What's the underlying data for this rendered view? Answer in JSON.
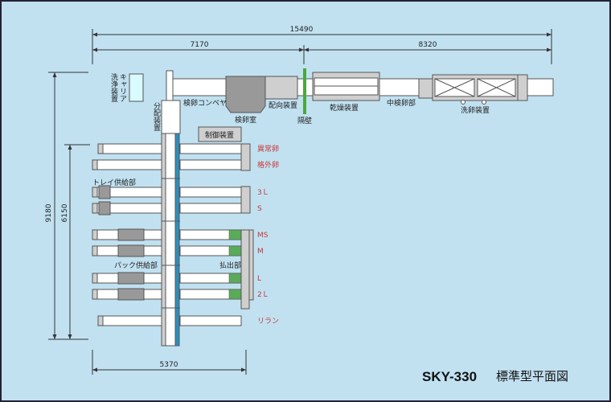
{
  "title": {
    "model": "SKY-330",
    "subtitle": "標準型平面図"
  },
  "dimensions": {
    "total_width": "15490",
    "left_width": "7170",
    "right_width": "8320",
    "total_height": "9180",
    "line_height": "6150",
    "line_width": "5370"
  },
  "equipment": {
    "carrier_wash_1": "キャリア",
    "carrier_wash_2": "洗浄装置",
    "distributor": "分配装置",
    "inspection_conveyor": "検卵コンベヤ",
    "inspection_room": "検卵室",
    "orientation": "配向装置",
    "partition": "隔壁",
    "dryer": "乾燥装置",
    "mid_inspection": "中検卵部",
    "egg_washer": "洗卵装置",
    "control": "制御装置",
    "tray_supply": "トレイ供給部",
    "pack_supply": "パック供給部",
    "discharge": "払出部"
  },
  "grades": [
    "異常卵",
    "格外卵",
    "3Ｌ",
    "S",
    "MS",
    "M",
    "L",
    "2Ｌ",
    "リラン"
  ],
  "colors": {
    "background": "#c1e1f1",
    "partition": "#4aa83a",
    "distributor_strip": "#2a8fc0",
    "grade_label": "#c83838",
    "discharge_pad": "#5aaa5a"
  }
}
